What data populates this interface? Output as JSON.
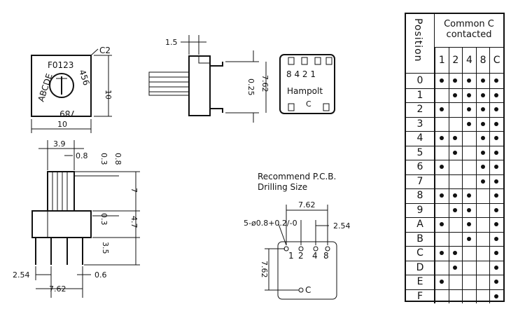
{
  "dial": {
    "top_chars": "F0123",
    "right_chars": "456",
    "bottom_chars": "789",
    "left_chars": "ABCDE",
    "corner_label": "C2",
    "width_dim": "10",
    "height_dim": "10"
  },
  "side_view": {
    "top_dim": "1.5",
    "pin_gap_dim": "0.25",
    "height_dim": "7.62"
  },
  "back_view": {
    "bit_labels": "8 4 2 1",
    "brand": "Hampolt",
    "common_label": "C"
  },
  "front_view": {
    "dims": {
      "shaft_width": "3.9",
      "shaft_small": "0.8",
      "gap_a": "0.3",
      "gap_b": "0.8",
      "shaft_height": "7",
      "body_gap": "0.3",
      "body_height": "4.7",
      "pin_length": "3.5",
      "pin_pitch": "2.54",
      "pin_width": "0.6",
      "pin_span": "7.62"
    }
  },
  "pcb": {
    "title_line1": "Recommend P.C.B.",
    "title_line2": "Drilling Size",
    "hole_spec": "5-ø0.8+0.2/-0",
    "span_dim": "7.62",
    "pitch_dim": "2.54",
    "height_dim": "7.62",
    "pin_labels": [
      "1",
      "2",
      "4",
      "8"
    ],
    "common_label": "C"
  },
  "truth_table": {
    "position_header": "Position",
    "contact_header_line1": "Common C",
    "contact_header_line2": "contacted",
    "columns": [
      "1",
      "2",
      "4",
      "8",
      "C"
    ],
    "rows": [
      {
        "pos": "0",
        "dots": [
          1,
          1,
          1,
          1,
          1
        ]
      },
      {
        "pos": "1",
        "dots": [
          0,
          1,
          1,
          1,
          1
        ]
      },
      {
        "pos": "2",
        "dots": [
          1,
          0,
          1,
          1,
          1
        ]
      },
      {
        "pos": "3",
        "dots": [
          0,
          0,
          1,
          1,
          1
        ]
      },
      {
        "pos": "4",
        "dots": [
          1,
          1,
          0,
          1,
          1
        ]
      },
      {
        "pos": "5",
        "dots": [
          0,
          1,
          0,
          1,
          1
        ]
      },
      {
        "pos": "6",
        "dots": [
          1,
          0,
          0,
          1,
          1
        ]
      },
      {
        "pos": "7",
        "dots": [
          0,
          0,
          0,
          1,
          1
        ]
      },
      {
        "pos": "8",
        "dots": [
          1,
          1,
          1,
          0,
          1
        ]
      },
      {
        "pos": "9",
        "dots": [
          0,
          1,
          1,
          0,
          1
        ]
      },
      {
        "pos": "A",
        "dots": [
          1,
          0,
          1,
          0,
          1
        ]
      },
      {
        "pos": "B",
        "dots": [
          0,
          0,
          1,
          0,
          1
        ]
      },
      {
        "pos": "C",
        "dots": [
          1,
          1,
          0,
          0,
          1
        ]
      },
      {
        "pos": "D",
        "dots": [
          0,
          1,
          0,
          0,
          1
        ]
      },
      {
        "pos": "E",
        "dots": [
          1,
          0,
          0,
          0,
          1
        ]
      },
      {
        "pos": "F",
        "dots": [
          0,
          0,
          0,
          0,
          1
        ]
      }
    ]
  }
}
